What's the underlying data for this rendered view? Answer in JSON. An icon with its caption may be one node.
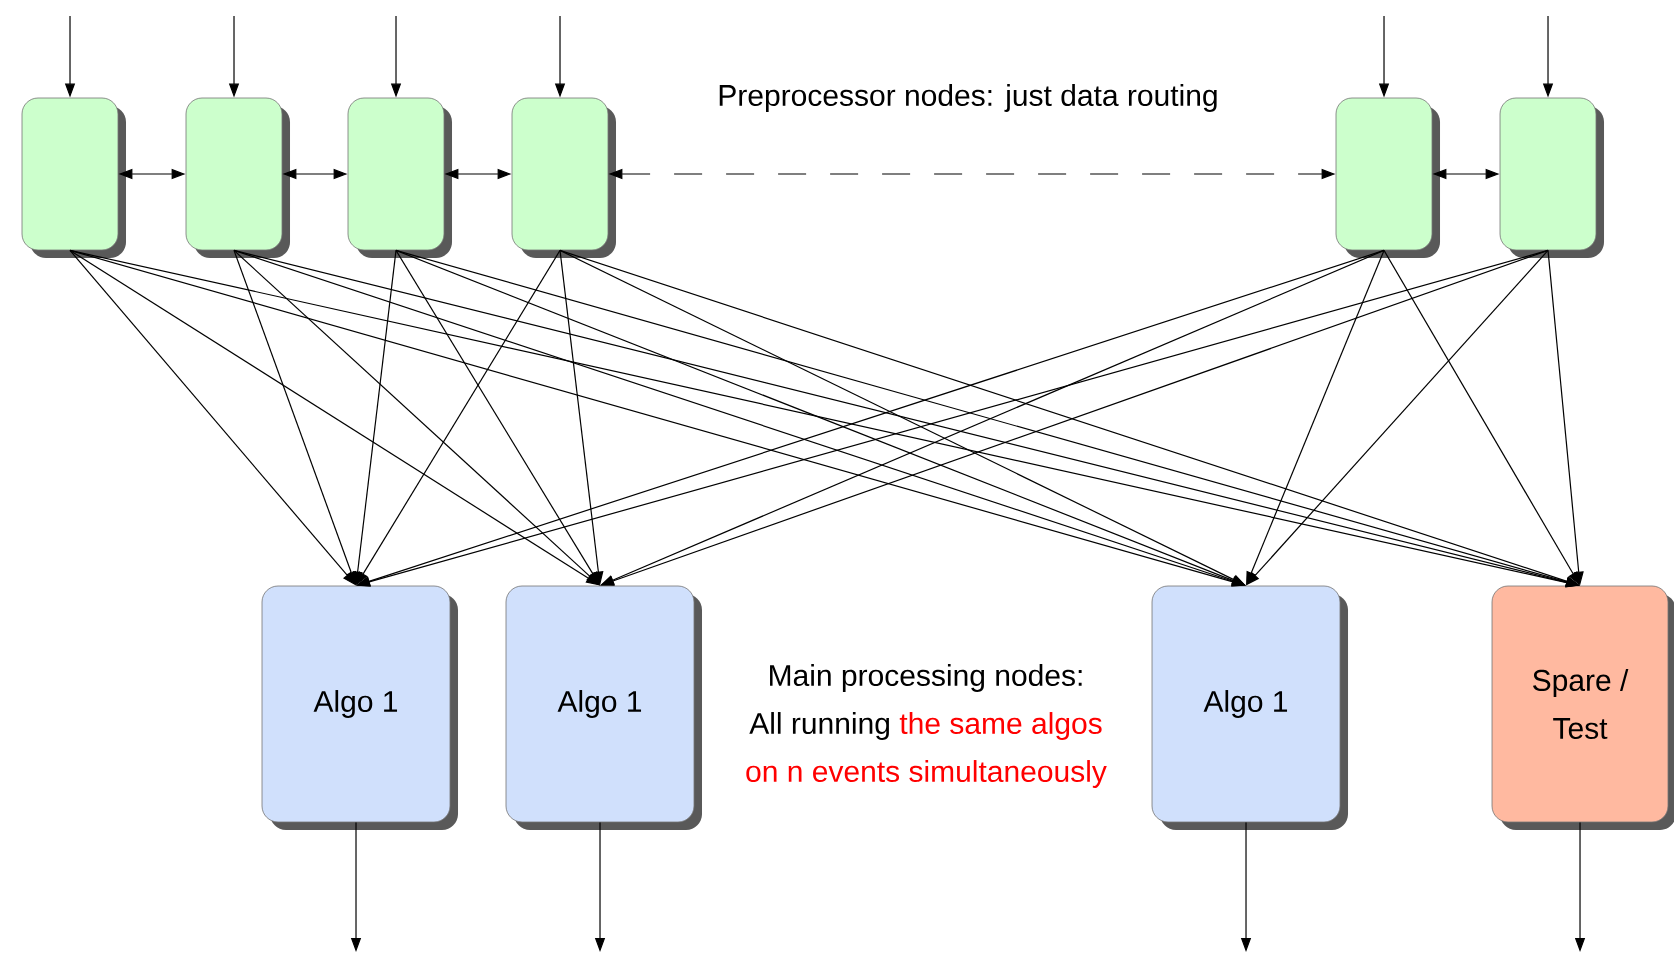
{
  "diagram": {
    "nodes": [
      {
        "text": [],
        "shape": "box"
      },
      {
        "text": [],
        "shape": "box"
      },
      {
        "text": [],
        "shape": "box"
      },
      {
        "text": [],
        "shape": "box"
      },
      {
        "text": [],
        "shape": "box"
      },
      {
        "text": [],
        "shape": "box"
      },
      {
        "text": [
          "Algo 1"
        ]
      },
      {
        "text": [
          "Algo 1"
        ]
      },
      {
        "text": [
          "Algo 1"
        ]
      },
      {
        "text": [
          "Spare / Test"
        ]
      }
    ],
    "edges": [
      {
        "from": null,
        "to": 0,
        "arrow": "to"
      },
      {
        "from": null,
        "to": 1,
        "arrow": "to"
      },
      {
        "from": null,
        "to": 2,
        "arrow": "to"
      },
      {
        "from": null,
        "to": 3,
        "arrow": "to"
      },
      {
        "from": null,
        "to": 4,
        "arrow": "to"
      },
      {
        "from": null,
        "to": 5,
        "arrow": "to"
      },
      {
        "from": 0,
        "to": 1,
        "arrow": "both"
      },
      {
        "from": 1,
        "to": 2,
        "arrow": "both"
      },
      {
        "from": 2,
        "to": 3,
        "arrow": "both"
      },
      {
        "from": 3,
        "to": 4,
        "arrow": "both",
        "style": "dashed"
      },
      {
        "from": 4,
        "to": 5,
        "arrow": "both"
      },
      {
        "from": 0,
        "to": 6,
        "arrow": "to"
      },
      {
        "from": 0,
        "to": 7,
        "arrow": "to"
      },
      {
        "from": 0,
        "to": 8,
        "arrow": "to"
      },
      {
        "from": 0,
        "to": 9,
        "arrow": "to"
      },
      {
        "from": 1,
        "to": 6,
        "arrow": "to"
      },
      {
        "from": 1,
        "to": 7,
        "arrow": "to"
      },
      {
        "from": 1,
        "to": 8,
        "arrow": "to"
      },
      {
        "from": 1,
        "to": 9,
        "arrow": "to"
      },
      {
        "from": 2,
        "to": 6,
        "arrow": "to"
      },
      {
        "from": 2,
        "to": 7,
        "arrow": "to"
      },
      {
        "from": 2,
        "to": 8,
        "arrow": "to"
      },
      {
        "from": 2,
        "to": 9,
        "arrow": "to"
      },
      {
        "from": 3,
        "to": 6,
        "arrow": "to"
      },
      {
        "from": 3,
        "to": 7,
        "arrow": "to"
      },
      {
        "from": 3,
        "to": 8,
        "arrow": "to"
      },
      {
        "from": 3,
        "to": 9,
        "arrow": "to"
      },
      {
        "from": 4,
        "to": 6,
        "arrow": "to"
      },
      {
        "from": 4,
        "to": 7,
        "arrow": "to"
      },
      {
        "from": 4,
        "to": 8,
        "arrow": "to"
      },
      {
        "from": 4,
        "to": 9,
        "arrow": "to"
      },
      {
        "from": 5,
        "to": 6,
        "arrow": "to"
      },
      {
        "from": 5,
        "to": 7,
        "arrow": "to"
      },
      {
        "from": 5,
        "to": 8,
        "arrow": "to"
      },
      {
        "from": 5,
        "to": 9,
        "arrow": "to"
      },
      {
        "from": 6,
        "to": null,
        "arrow": "to"
      },
      {
        "from": 7,
        "to": null,
        "arrow": "to"
      },
      {
        "from": 8,
        "to": null,
        "arrow": "to"
      },
      {
        "from": 9,
        "to": null,
        "arrow": "to"
      }
    ],
    "labels": [
      "Preprocessor nodes: just data routing",
      "Main processing nodes:",
      "All running",
      "the same algos",
      "on n events simultaneously"
    ]
  }
}
